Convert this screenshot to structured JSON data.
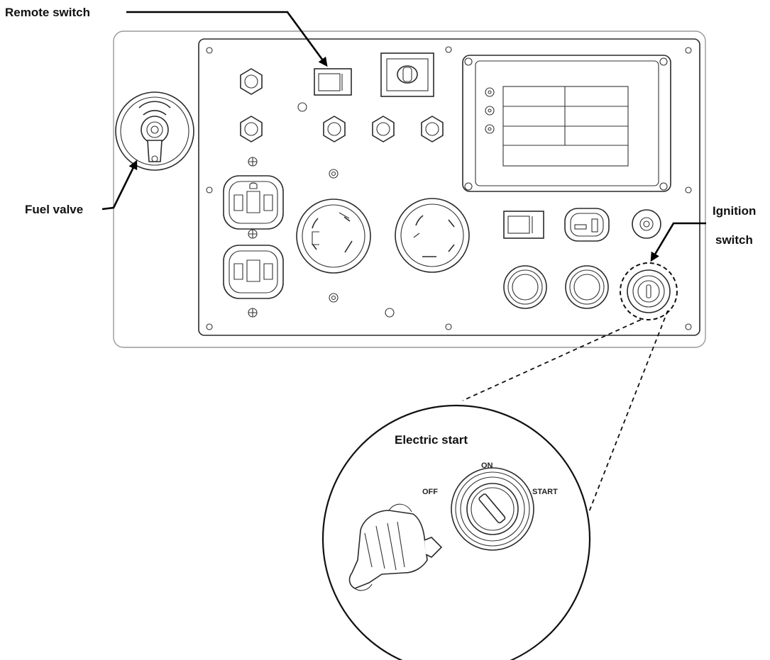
{
  "labels": {
    "remote_switch": "Remote switch",
    "fuel_valve": "Fuel valve",
    "ignition_line1": "Ignition",
    "ignition_line2": "switch",
    "electric_start": "Electric start",
    "pos_on": "ON",
    "pos_off": "OFF",
    "pos_start": "START"
  }
}
